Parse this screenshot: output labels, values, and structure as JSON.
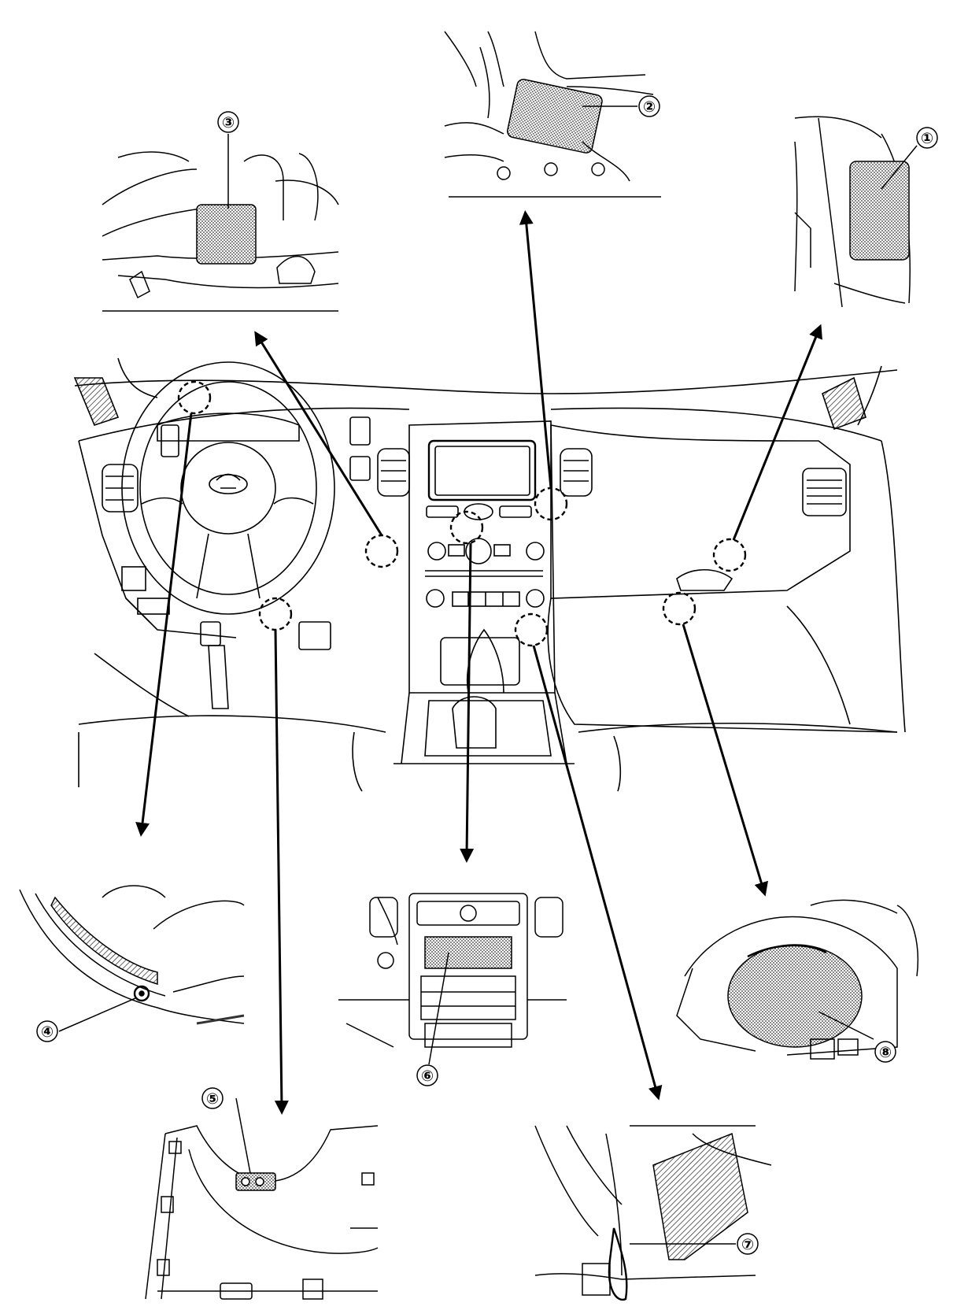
{
  "diagram": {
    "type": "component-location",
    "callouts": [
      {
        "id": 1,
        "label": "①"
      },
      {
        "id": 2,
        "label": "②"
      },
      {
        "id": 3,
        "label": "③"
      },
      {
        "id": 4,
        "label": "④"
      },
      {
        "id": 5,
        "label": "⑤"
      },
      {
        "id": 6,
        "label": "⑥"
      },
      {
        "id": 7,
        "label": "⑦"
      },
      {
        "id": 8,
        "label": "⑧"
      }
    ],
    "line_color": "#000000",
    "hatch_color": "#555555",
    "background": "#ffffff"
  }
}
